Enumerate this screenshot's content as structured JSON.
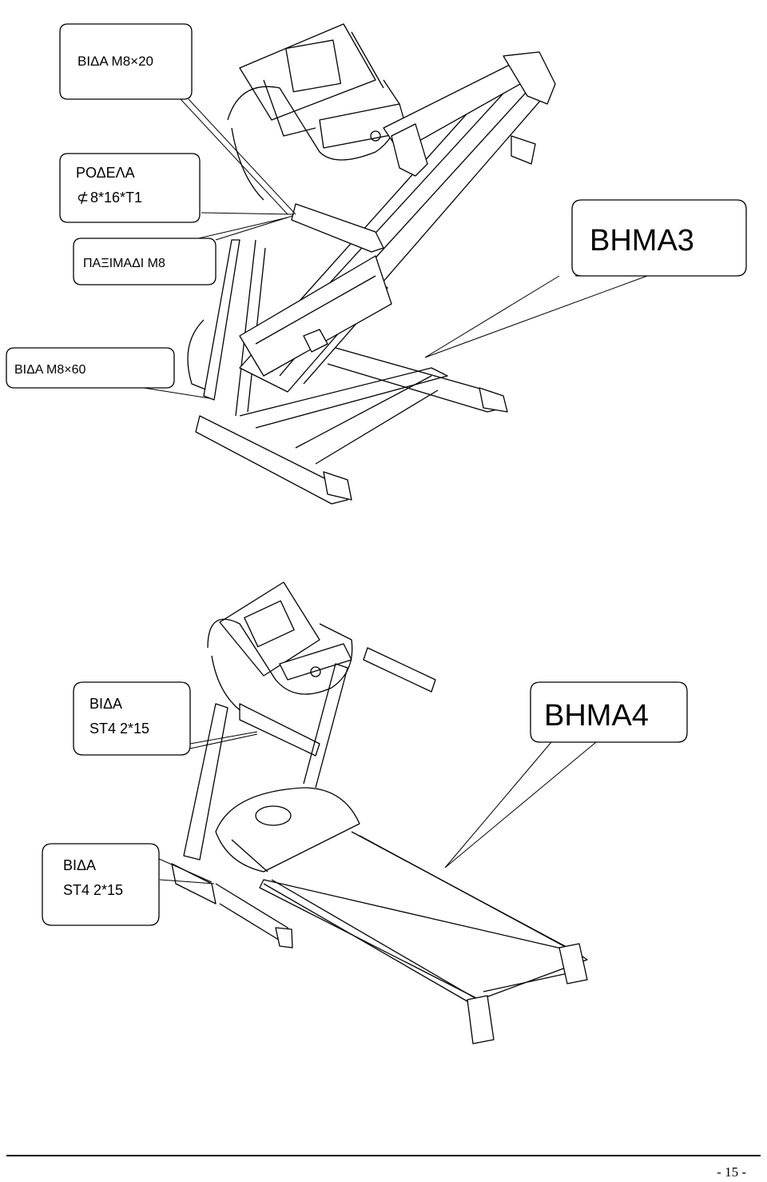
{
  "step3": {
    "title": "ΒΗΜΑ3",
    "callouts": {
      "screw_m8x20": "ΒΙΔΑ Μ8×20",
      "washer_title": "ΡΟΔΕΛΑ",
      "washer_spec": "8*16*T1",
      "nut": "ΠΑΞΙΜΑΔΙ Μ8",
      "screw_m8x60": "ΒΙΔΑ Μ8×60"
    }
  },
  "step4": {
    "title": "ΒΗΜΑ4",
    "callouts": {
      "screw_upper_title": "ΒΙΔΑ",
      "screw_upper_spec": "ST4 2*15",
      "screw_lower_title": "ΒΙΔΑ",
      "screw_lower_spec": "ST4 2*15"
    }
  },
  "footer": {
    "page_number": "- 15 -"
  }
}
